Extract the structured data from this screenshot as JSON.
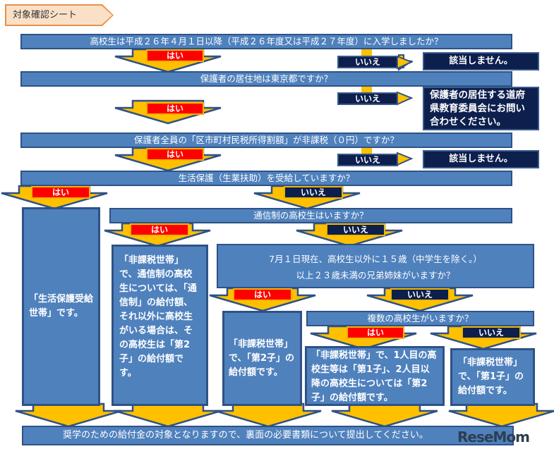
{
  "title": "対象確認シート",
  "labels": {
    "yes": "はい",
    "no": "いいえ"
  },
  "questions": {
    "q1": "高校生は平成２６年４月１日以降（平成２６年度又は平成２７年度）に入学しましたか？",
    "q2": "保護者の居住地は東京都ですか？",
    "q3": "保護者全員の「区市町村民税所得割額」が非課税（０円）ですか？",
    "q4": "生活保護（生業扶助）を受給していますか？",
    "q5": "通信制の高校生はいますか？",
    "q6_line1": "7月１日現在、高校生以外に１５歳（中学生を除く。）",
    "q6_line2": "以上２３歳未満の兄弟姉妹がいますか？",
    "q7": "複数の高校生がいますか？"
  },
  "outcomes": {
    "not_applicable_1": "該当しません。",
    "contact_board": "保護者の居住する道府県教育委員会にお問い合わせください。",
    "not_applicable_2": "該当しません。",
    "welfare_household": "「生活保護受給世帯」です。",
    "correspondence": "「非課税世帯」で、通信制の高校生については、「通信制」の給付額、それ以外に高校生がいる場合は、その高校生は「第2子」の給付額です。",
    "second_child": "「非課税世帯」で、「第2子」の給付額です。",
    "multiple_students": "「非課税世帯」で、1人目の高校生等は「第1子」、2人目以降の高校生については「第2子」の給付額です。",
    "first_child": "「非課税世帯」で、「第1子」の給付額です。"
  },
  "footer": "奨学のための給付金の対象となりますので、裏面の必要書類について提出してください。",
  "watermark": "ReseMom",
  "colors": {
    "bar_blue": "#4f81bd",
    "bar_border": "#2e5286",
    "navy": "#0d1f4d",
    "yes_red": "#ff0000",
    "arrow_yellow": "#ffc000",
    "title_bg": "#fbe0c8",
    "title_border": "#e8914a"
  }
}
